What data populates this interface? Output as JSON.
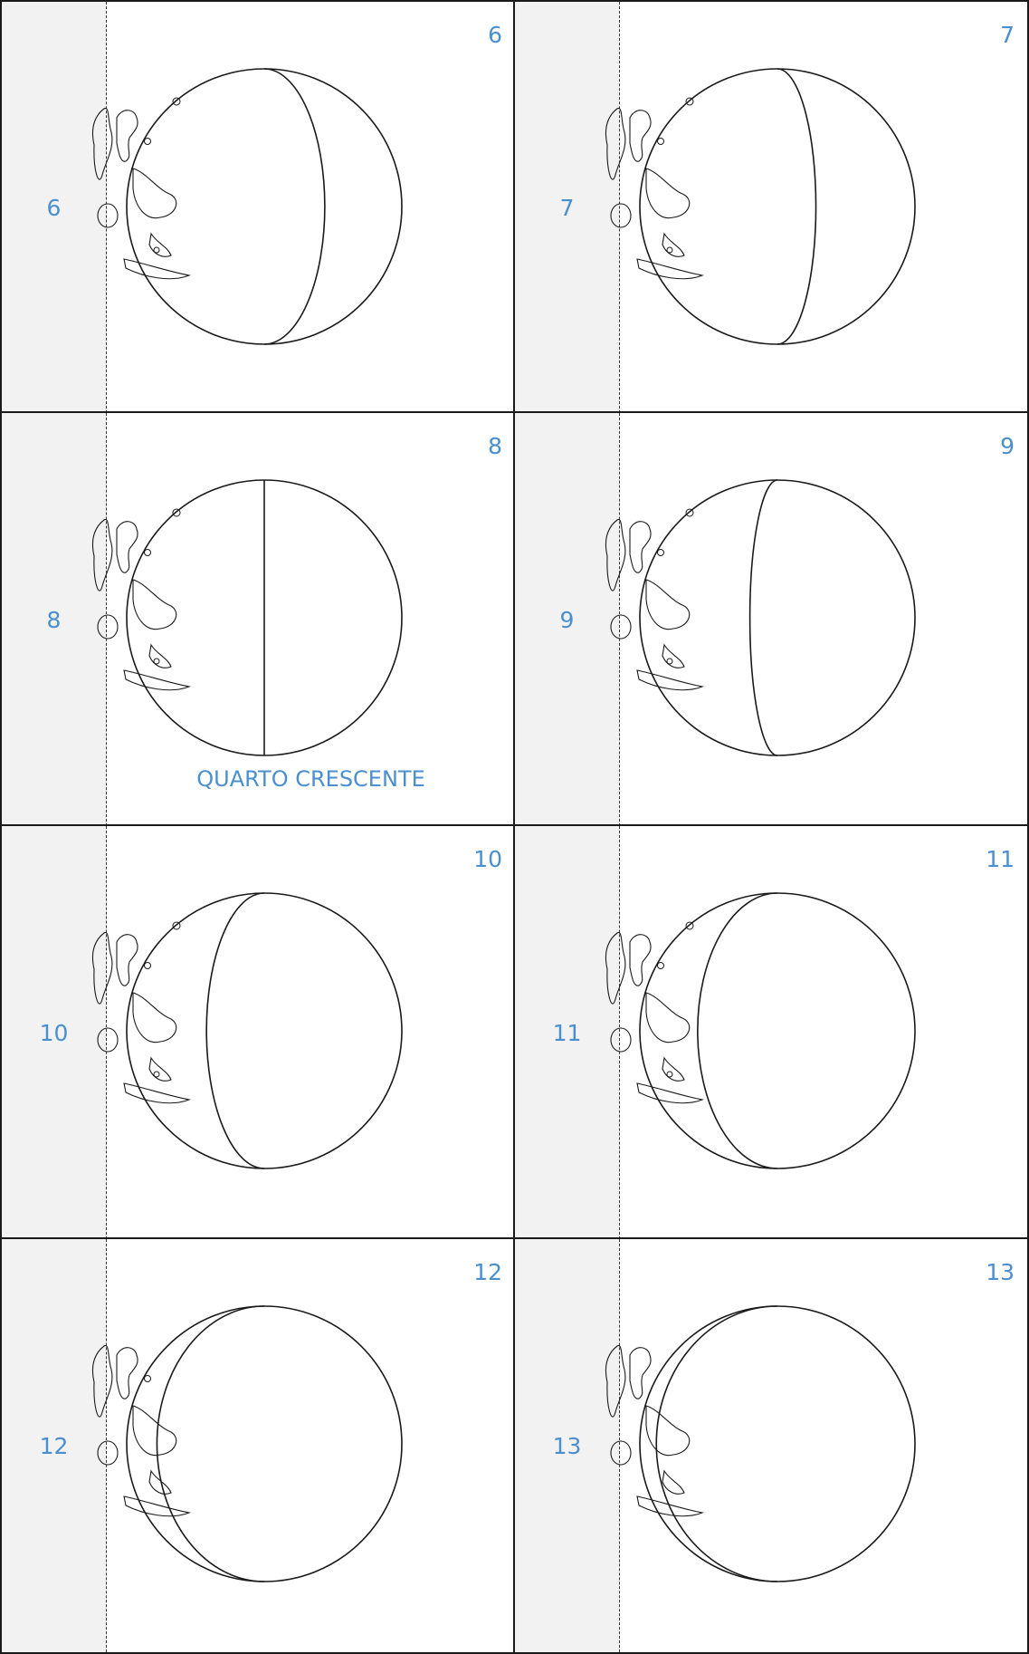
{
  "cards": [
    {
      "tab_number": "6",
      "corner_number": "6",
      "phase": 0.56
    },
    {
      "tab_number": "7",
      "corner_number": "7",
      "phase": 0.72
    },
    {
      "tab_number": "8",
      "corner_number": "8",
      "phase": 1.0,
      "label": "QUARTO CRESCENTE"
    },
    {
      "tab_number": "9",
      "corner_number": "9",
      "phase": 1.2
    },
    {
      "tab_number": "10",
      "corner_number": "10",
      "phase": 1.42
    },
    {
      "tab_number": "11",
      "corner_number": "11",
      "phase": 1.58
    },
    {
      "tab_number": "12",
      "corner_number": "12",
      "phase": 1.78
    },
    {
      "tab_number": "13",
      "corner_number": "13",
      "phase": 1.88
    }
  ],
  "colors": {
    "accent": "#4a8fd0",
    "tab_bg": "#f2f2f2",
    "line": "#1a1a1a"
  },
  "icons": {
    "moon": "moon-phase-icon"
  }
}
